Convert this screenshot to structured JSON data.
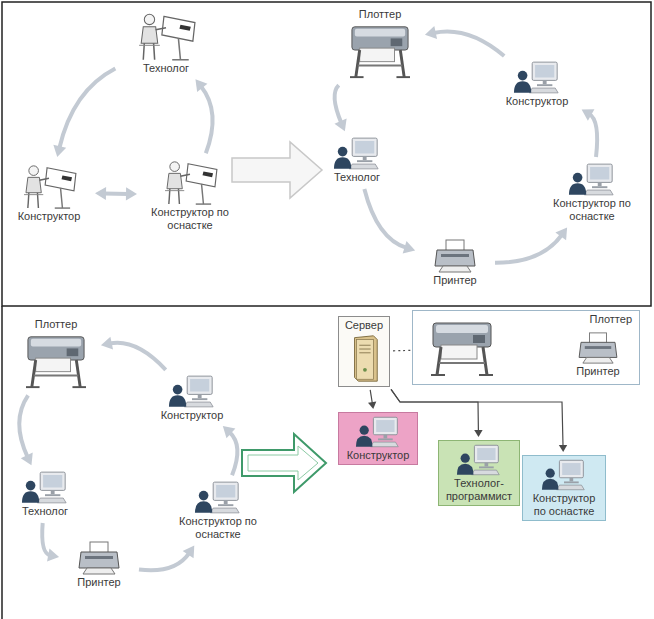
{
  "diagram": {
    "nodes": [
      {
        "text": [
          "Технолог"
        ]
      },
      {
        "text": [
          "Конструктор"
        ]
      },
      {
        "text": [
          "Конструктор по оснастке"
        ]
      },
      {
        "text": [
          "Плоттер"
        ]
      },
      {
        "text": [
          "Конструктор"
        ]
      },
      {
        "text": [
          "Конструктор по оснастке"
        ]
      },
      {
        "text": [
          "Принтер"
        ]
      },
      {
        "text": [
          "Технолог"
        ]
      },
      {
        "text": [
          "Плоттер"
        ]
      },
      {
        "text": [
          "Конструктор"
        ]
      },
      {
        "text": [
          "Конструктор по оснастке"
        ]
      },
      {
        "text": [
          "Принтер"
        ]
      },
      {
        "text": [
          "Технолог"
        ]
      },
      {
        "text": [
          "Сервер"
        ]
      },
      {
        "text": [
          "Плоттер"
        ]
      },
      {
        "text": [
          "Принтер"
        ],
        "in": 14
      },
      {
        "text": [
          "Конструктор"
        ]
      },
      {
        "text": [
          "Технолог-программист"
        ]
      },
      {
        "text": [
          "Конструктор по оснастке"
        ]
      }
    ],
    "edges": [
      {
        "from": 0,
        "to": 1,
        "arrow": "to"
      },
      {
        "from": 1,
        "to": 2,
        "arrow": "both"
      },
      {
        "from": 2,
        "to": 0,
        "arrow": "to"
      },
      {
        "from": 3,
        "to": 7,
        "arrow": "to"
      },
      {
        "from": 7,
        "to": 6,
        "arrow": "to"
      },
      {
        "from": 6,
        "to": 5,
        "arrow": "to"
      },
      {
        "from": 5,
        "to": 4,
        "arrow": "to"
      },
      {
        "from": 4,
        "to": 3,
        "arrow": "to"
      },
      {
        "from": 8,
        "to": 12,
        "arrow": "to"
      },
      {
        "from": 12,
        "to": 11,
        "arrow": "to"
      },
      {
        "from": 11,
        "to": 10,
        "arrow": "to"
      },
      {
        "from": 10,
        "to": 9,
        "arrow": "to"
      },
      {
        "from": 9,
        "to": 8,
        "arrow": "to"
      },
      {
        "from": 13,
        "to": 14,
        "arrow": "none"
      },
      {
        "from": 13,
        "to": 16,
        "arrow": "to"
      },
      {
        "from": 13,
        "to": 17,
        "arrow": "to"
      },
      {
        "from": 13,
        "to": 18,
        "arrow": "to"
      }
    ]
  }
}
